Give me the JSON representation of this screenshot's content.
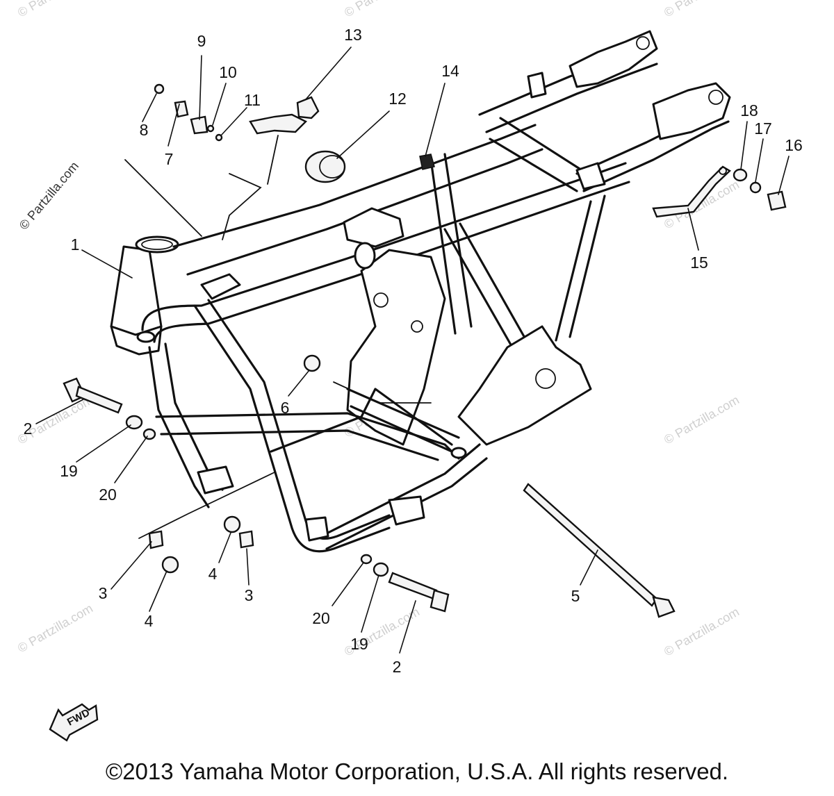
{
  "watermark": {
    "side_text": "© Partzilla.com",
    "faint_text": "© Partzilla.com"
  },
  "callouts": [
    "1",
    "2",
    "2",
    "3",
    "3",
    "4",
    "4",
    "5",
    "6",
    "7",
    "8",
    "9",
    "10",
    "11",
    "12",
    "13",
    "14",
    "15",
    "16",
    "17",
    "18",
    "19",
    "19",
    "20",
    "20"
  ],
  "fwd_label": "FWD",
  "copyright": "©2013 Yamaha Motor Corporation, U.S.A. All rights reserved."
}
